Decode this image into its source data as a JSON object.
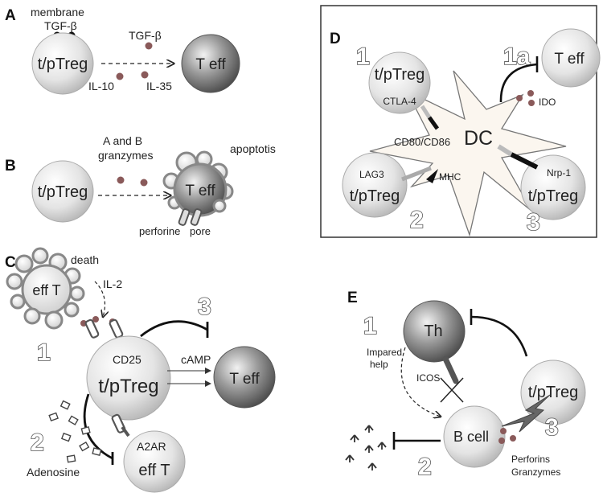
{
  "panels": {
    "A": {
      "letter": "A",
      "membrane_label": "membrane",
      "membrane_tgf": "TGF-β",
      "treg": "t/pTreg",
      "tgf": "TGF-β",
      "il10": "IL-10",
      "il35": "IL-35",
      "teff": "T eff"
    },
    "B": {
      "letter": "B",
      "granzymes_line1": "A and B",
      "granzymes_line2": "granzymes",
      "apoptosis": "apoptotis",
      "treg": "t/pTreg",
      "teff": "T eff",
      "perforine": "perforine",
      "pore": "pore"
    },
    "C": {
      "letter": "C",
      "death": "death",
      "efft_top": "eff T",
      "il2": "IL-2",
      "num1": "1",
      "num2": "2",
      "num3": "3",
      "cd25": "CD25",
      "camp": "cAMP",
      "treg": "t/pTreg",
      "teff": "T eff",
      "a2ar": "A2AR",
      "efft_bottom": "eff T",
      "adenosine": "Adenosine"
    },
    "D": {
      "letter": "D",
      "num1": "1",
      "num1a": "1a",
      "num2": "2",
      "num3": "3",
      "treg_top": "t/pTreg",
      "ctla4": "CTLA-4",
      "teff": "T eff",
      "ido": "IDO",
      "dc": "DC",
      "cd80": "CD80/CD86",
      "lag3": "LAG3",
      "mhc": "MHC",
      "treg_left": "t/pTreg",
      "nrp1": "Nrp-1",
      "treg_right": "t/pTreg"
    },
    "E": {
      "letter": "E",
      "th": "Th",
      "treg": "t/pTreg",
      "num1": "1",
      "num2": "2",
      "num3": "3",
      "impaired_line1": "Impared",
      "impaired_line2": "help",
      "icos": "ICOS",
      "bcell": "B cell",
      "perforins": "Perforins",
      "granzymes": "Granzymes"
    }
  },
  "colors": {
    "light_cell": "#e6e6e6",
    "dark_cell": "#7a7a7a",
    "dc_fill": "#fbf6ef",
    "dot": "#8a5a5a"
  }
}
